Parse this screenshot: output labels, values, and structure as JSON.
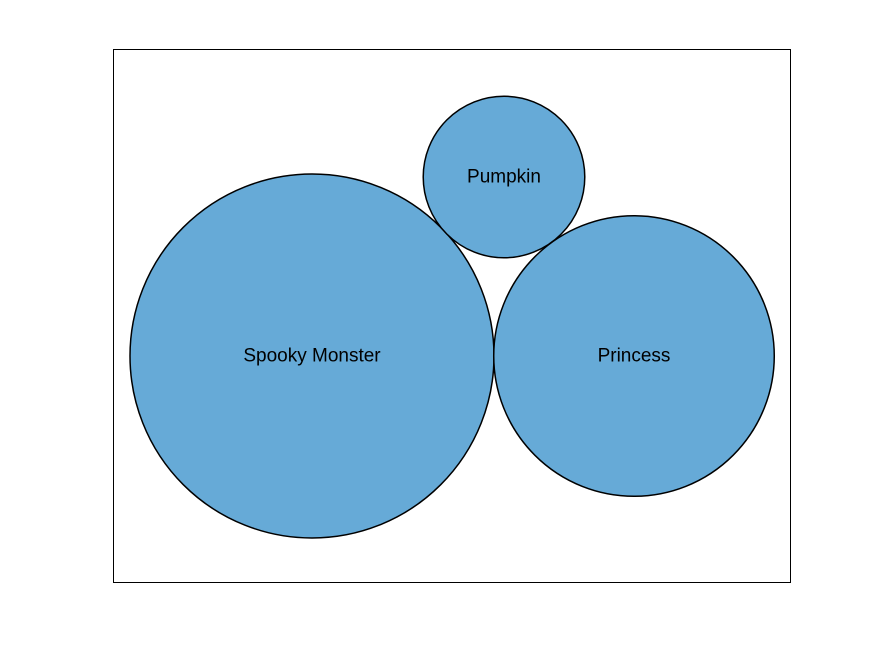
{
  "chart_data": {
    "type": "bubble",
    "title": "",
    "xlabel": "",
    "ylabel": "",
    "grid": false,
    "legend": "none",
    "bubble_color": "#66AAD7",
    "edge_color": "#000000",
    "series": [
      {
        "name": "",
        "points": [
          {
            "label": "Spooky Monster",
            "size": 1
          },
          {
            "label": "Pumpkin",
            "size": 0.197
          },
          {
            "label": "Princess",
            "size": 0.594
          }
        ]
      }
    ]
  }
}
